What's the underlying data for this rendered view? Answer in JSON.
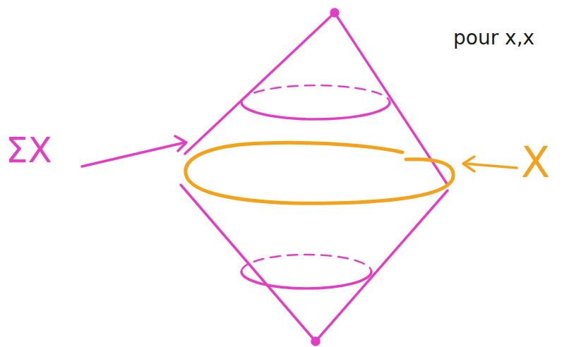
{
  "diagram": {
    "labels": [
      "ΣX",
      "X",
      "pour x,x"
    ]
  }
}
